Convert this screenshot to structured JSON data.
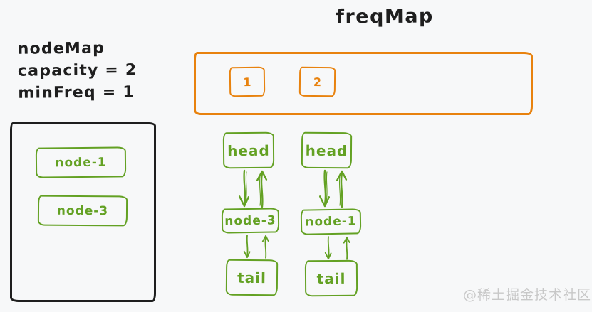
{
  "title": "freqMap",
  "info": {
    "lines": [
      "nodeMap",
      "capacity = 2",
      "minFreq = 1"
    ]
  },
  "node_map": {
    "entries": [
      "node-1",
      "node-3"
    ]
  },
  "freq_map": {
    "buckets": [
      "1",
      "2"
    ]
  },
  "lists": [
    {
      "bucket": "1",
      "nodes": [
        "head",
        "node-3",
        "tail"
      ]
    },
    {
      "bucket": "2",
      "nodes": [
        "head",
        "node-1",
        "tail"
      ]
    }
  ],
  "watermark": "@稀土掘金技术社区",
  "colors": {
    "ink": "#1e1e1e",
    "green": "#63a123",
    "orange": "#e8820e",
    "watermark_gray": "#c8c8c8",
    "background": "#f7f8f9"
  }
}
